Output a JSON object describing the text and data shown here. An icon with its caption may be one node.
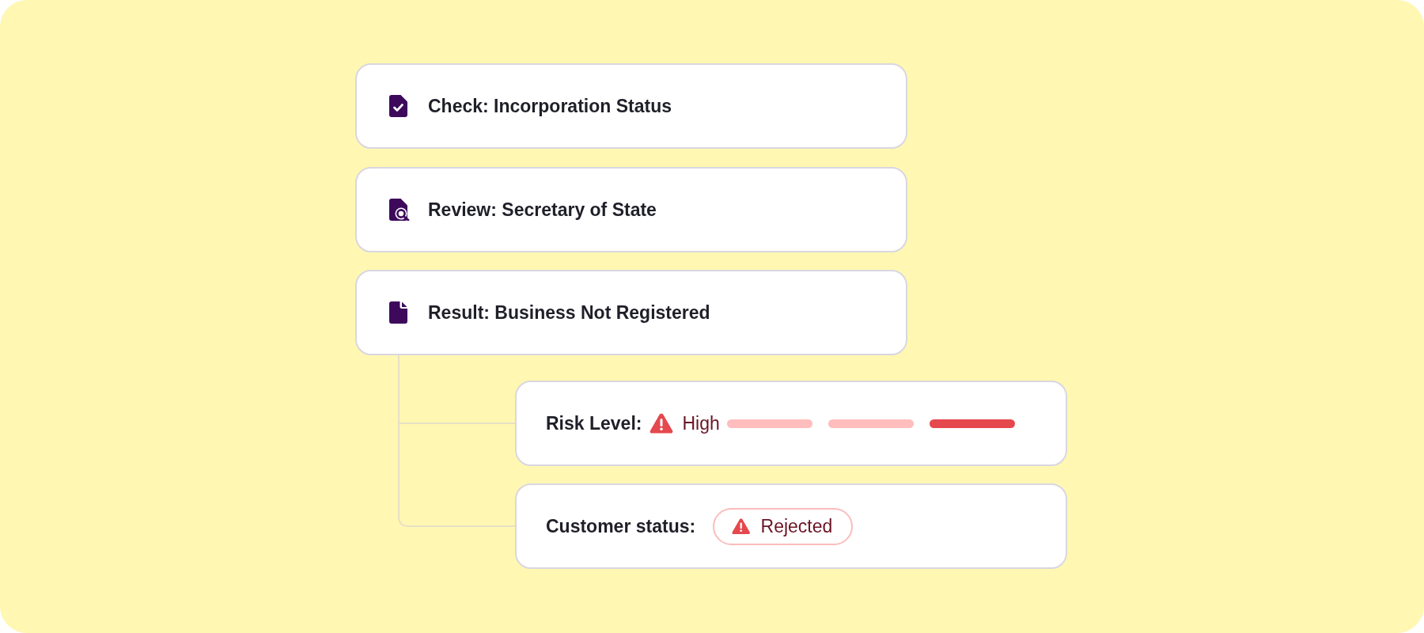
{
  "diagram": {
    "nodes": [
      {
        "text": [
          "Check: Incorporation Status"
        ]
      },
      {
        "text": [
          "Review: Secretary of State"
        ]
      },
      {
        "text": [
          "Result: Business Not Registered"
        ]
      },
      {
        "text": [
          "Risk Level:",
          "High"
        ]
      },
      {
        "text": [
          "Customer status:"
        ]
      },
      {
        "text": [
          "Rejected"
        ],
        "in": 4
      }
    ],
    "edges": [
      {
        "from": 2,
        "to": 3,
        "arrow": "none"
      },
      {
        "from": 2,
        "to": 4,
        "arrow": "none"
      }
    ]
  }
}
